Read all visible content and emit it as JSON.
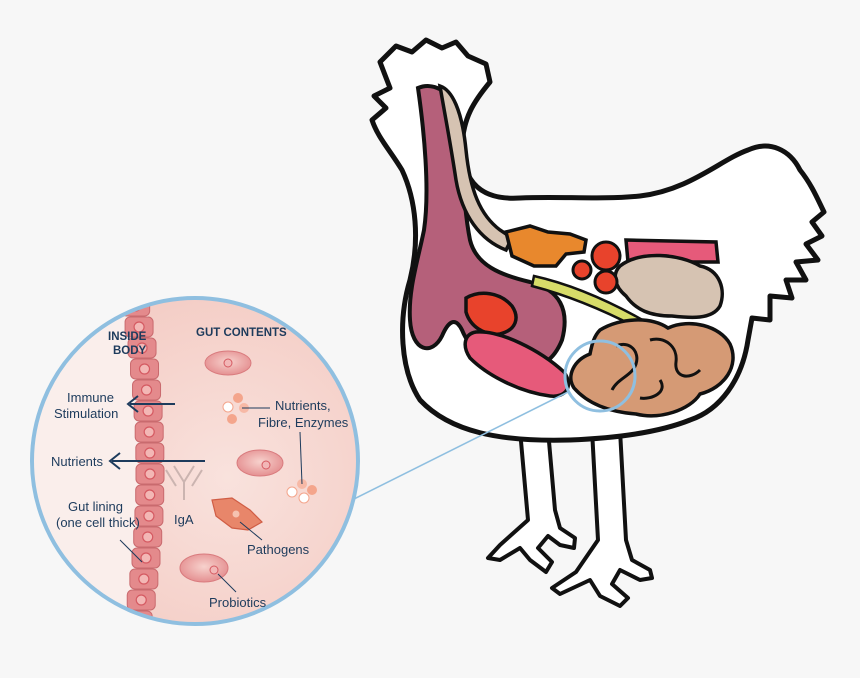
{
  "labels": {
    "inside_body_line1": "INSIDE",
    "inside_body_line2": "BODY",
    "gut_contents": "GUT CONTENTS",
    "immune_line1": "Immune",
    "immune_line2": "Stimulation",
    "nutrients_left": "Nutrients",
    "gut_lining_line1": "Gut lining",
    "gut_lining_line2": "(one cell thick)",
    "iga": "IgA",
    "nutrients_right_line1": "Nutrients,",
    "nutrients_right_line2": "Fibre, Enzymes",
    "pathogens": "Pathogens",
    "probiotics": "Probiotics"
  },
  "colors": {
    "background": "#f7f7f7",
    "label_text": "#1d3b5c",
    "magnifier_ring": "#8fbfe0",
    "gut_fill": "#f6d3cc",
    "cell_fill": "#e48a8c",
    "cell_nucleus": "#d55a62",
    "oesophagus": "#b5607a",
    "organ_orange": "#e8882d",
    "organ_red": "#e8432c",
    "organ_pink": "#e65a7a",
    "organ_intestine": "#d59a75",
    "organ_beige": "#d6c3b2",
    "organ_yellow": "#d7dc69"
  }
}
